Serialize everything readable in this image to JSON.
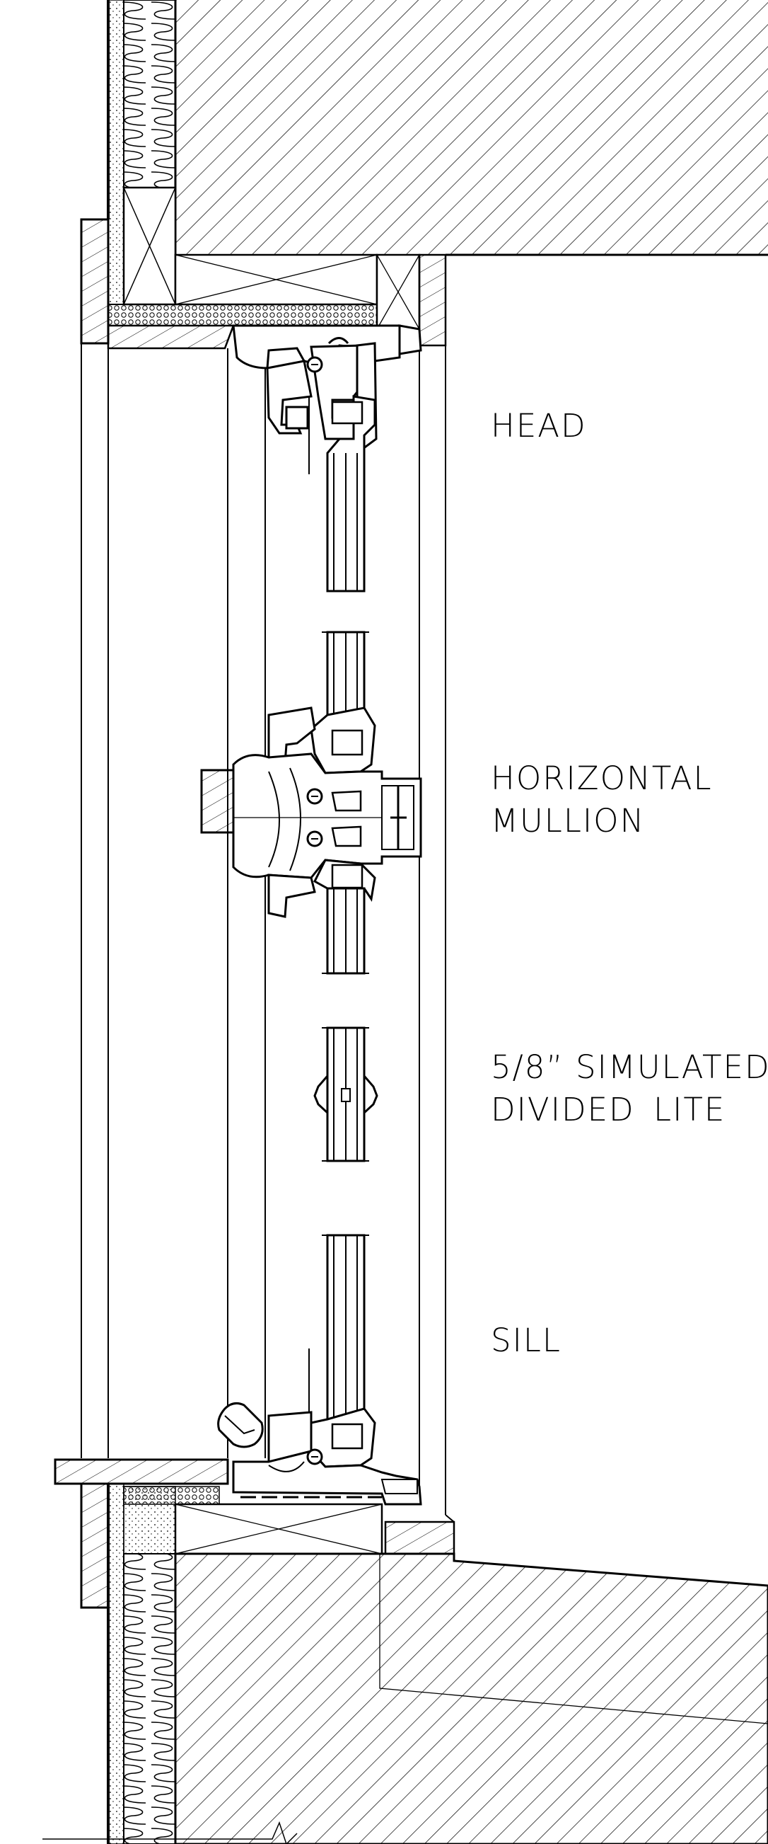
{
  "labels": {
    "head": "HEAD",
    "horizontal_mullion_line1": "HORIZONTAL",
    "horizontal_mullion_line2": "MULLION",
    "sdl_line1": "5/8” SIMULATED",
    "sdl_line2": "DIVIDED LITE",
    "sill": "SILL"
  },
  "colors": {
    "line": "#000000",
    "background": "#ffffff"
  }
}
